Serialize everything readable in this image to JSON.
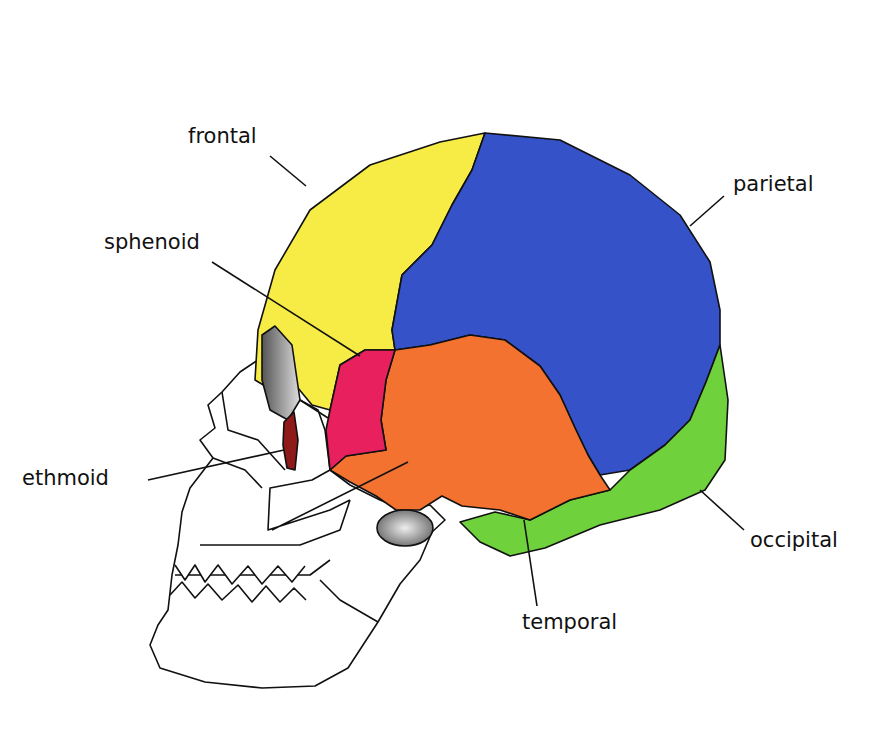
{
  "diagram": {
    "labels": [
      "frontal",
      "sphenoid",
      "parietal",
      "ethmoid",
      "occipital",
      "temporal"
    ]
  }
}
